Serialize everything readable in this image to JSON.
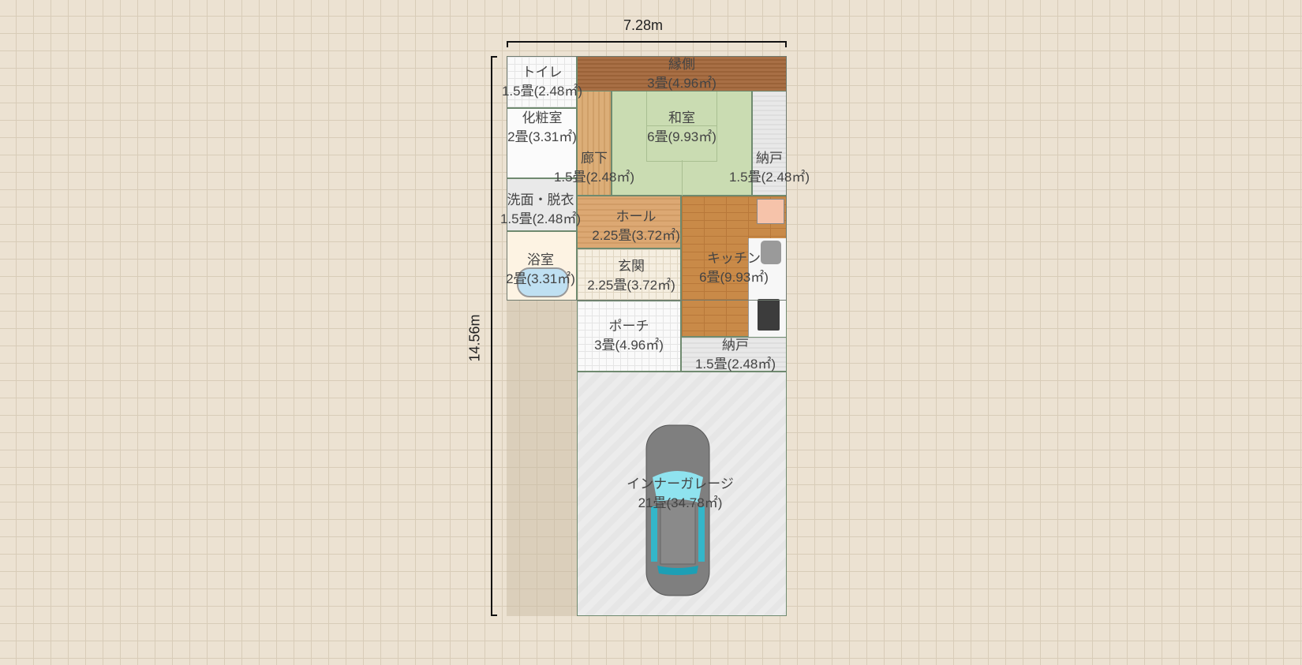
{
  "dimensions": {
    "width": "7.28m",
    "height": "14.56m"
  },
  "rooms": {
    "engawa": {
      "name": "縁側",
      "area": "3畳(4.96㎡)"
    },
    "toilet": {
      "name": "トイレ",
      "area": "1.5畳(2.48㎡)"
    },
    "keshoshitsu": {
      "name": "化粧室",
      "area": "2畳(3.31㎡)"
    },
    "roka": {
      "name": "廊下",
      "area": "1.5畳(2.48㎡)"
    },
    "washitsu": {
      "name": "和室",
      "area": "6畳(9.93㎡)"
    },
    "nando1": {
      "name": "納戸",
      "area": "1.5畳(2.48㎡)"
    },
    "senmen": {
      "name": "洗面・脱衣",
      "area": "1.5畳(2.48㎡)"
    },
    "hall": {
      "name": "ホール",
      "area": "2.25畳(3.72㎡)"
    },
    "kitchen": {
      "name": "キッチン",
      "area": "6畳(9.93㎡)"
    },
    "yokushitsu": {
      "name": "浴室",
      "area": "2畳(3.31㎡)"
    },
    "genkan": {
      "name": "玄関",
      "area": "2.25畳(3.72㎡)"
    },
    "porch": {
      "name": "ポーチ",
      "area": "3畳(4.96㎡)"
    },
    "nando2": {
      "name": "納戸",
      "area": "1.5畳(2.48㎡)"
    },
    "garage": {
      "name": "インナーガレージ",
      "area": "21畳(34.78㎡)"
    }
  }
}
